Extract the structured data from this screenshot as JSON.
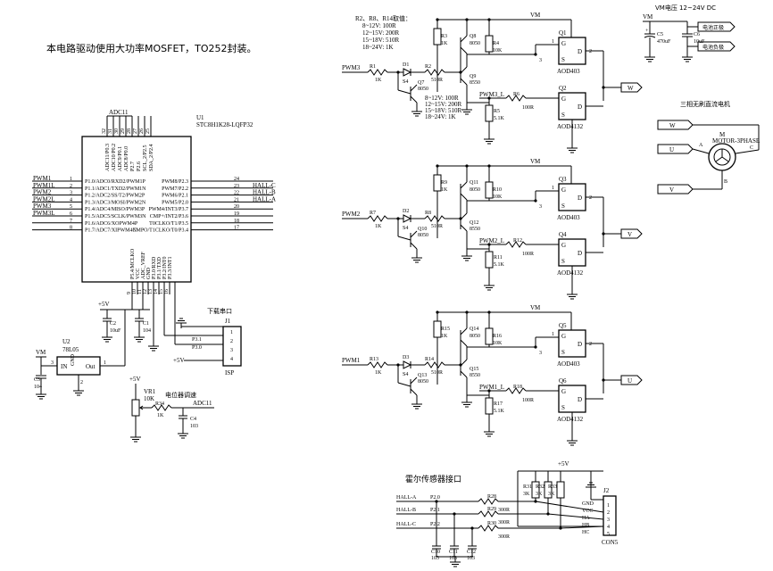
{
  "notes": {
    "mosfet": "本电路驱动使用大功率MOSFET，TO252封装。",
    "resistor_table": [
      "R2、R8、R14取值：",
      "8~12V: 100R",
      "12~15V: 200R",
      "15~18V: 510R",
      "18~24V: 1K"
    ],
    "resistor_table2": [
      "8~12V: 100R",
      "12~15V: 200R",
      "15~18V: 510R",
      "18~24V: 1K"
    ],
    "vm_supply": "VM电压 12~24V DC",
    "motor_title": "三相无刷直流电机",
    "uart_title": "下载串口",
    "pot_title": "电位器调速",
    "hall_title": "霍尔传感器接口"
  },
  "mcu": {
    "ref": "U1",
    "part": "STC8H1K28-LQFP32",
    "adc_net": "ADC11",
    "left_pins": [
      {
        "net": "PWM1",
        "num": "1",
        "name": "P1.0/ADC0/RXD2/PWM1P"
      },
      {
        "net": "PWM1L",
        "num": "2",
        "name": "P1.1/ADC1/TXD2/PWM1N"
      },
      {
        "net": "PWM2",
        "num": "3",
        "name": "P1.2/ADC2/SS/T2/PWM2P"
      },
      {
        "net": "PWM2L",
        "num": "4",
        "name": "P1.3/ADC3/MOSI/PWM2N"
      },
      {
        "net": "PWM3",
        "num": "5",
        "name": "P1.4/ADC4/MISO/PWM3P"
      },
      {
        "net": "PWM3L",
        "num": "6",
        "name": "P1.5/ADC5/SCLK/PWM3N"
      },
      {
        "net": "",
        "num": "7",
        "name": "P1.6/ADC6/XOPWM4P"
      },
      {
        "net": "",
        "num": "8",
        "name": "P1.7/ADC7/XIPWM4N"
      }
    ],
    "right_pins": [
      {
        "net": "",
        "num": "24",
        "name": "PWM8/P2.3"
      },
      {
        "net": "HALL-C",
        "num": "23",
        "name": "PWM7/P2.2"
      },
      {
        "net": "HALL-B",
        "num": "22",
        "name": "PWM6/P2.1"
      },
      {
        "net": "HALL-A",
        "num": "21",
        "name": "PWM5/P2.0"
      },
      {
        "net": "",
        "num": "20",
        "name": "PWM4/INT3/P3.7"
      },
      {
        "net": "",
        "num": "19",
        "name": "CMP+/INT2/P3.6"
      },
      {
        "net": "",
        "num": "18",
        "name": "T0CLKO/T1/P3.5"
      },
      {
        "net": "",
        "num": "17",
        "name": "CMPO/T1CLKO/T0/P3.4"
      }
    ],
    "top_pins": [
      "ADC11/P0.3",
      "ADC10/P0.2",
      "ADC9/P0.1",
      "ADC8/P0.0",
      "P2.7",
      "P2.6",
      "SCL_2/P2.5",
      "SDA_2/P2.4"
    ],
    "top_nums": [
      "32",
      "31",
      "30",
      "29",
      "28",
      "27",
      "26",
      "25"
    ],
    "bottom_pins": [
      "P5.4/MCLKO",
      "VCC",
      "ADC_VREF",
      "GND",
      "P3.0/RXD",
      "P3.1/TXD",
      "P3.2/INT0",
      "P3.3/INT1"
    ],
    "bottom_nums": [
      "9",
      "10",
      "11",
      "12",
      "13",
      "14",
      "15",
      "16"
    ]
  },
  "supply": {
    "vm": "VM",
    "p5v": "+5V",
    "u2": "U2",
    "u2_part": "78L05",
    "u2_in": "IN",
    "u2_out": "Out",
    "u2_gnd": "GND",
    "u2_pin_in": "3",
    "u2_pin_out": "1",
    "u2_pin_gnd": "2",
    "c3": "C3",
    "c3v": "104",
    "c2": "C2",
    "c2v": "10uF",
    "c1": "C1",
    "c1v": "104",
    "c5": "C5",
    "c5v": "470uF",
    "c6": "C6",
    "c6v": "10uF",
    "bat_pos": "电池正极",
    "bat_neg": "电池负极"
  },
  "uart": {
    "ref": "J1",
    "p1": "P3.1",
    "p2": "P3.0",
    "p5v": "+5V",
    "label": "ISP",
    "pins": [
      "1",
      "2",
      "3",
      "4"
    ]
  },
  "pot": {
    "ref": "VR1",
    "val": "10K",
    "r34": "R34",
    "r34v": "1K",
    "c4": "C4",
    "c4v": "103",
    "net": "ADC11",
    "p5v": "+5V"
  },
  "phases": [
    {
      "pwm": "PWM3",
      "pwml": "PWM3_L",
      "out": "W",
      "r_in": "R1",
      "r_in_v": "1K",
      "d": "D1",
      "d_v": "S4",
      "q_drv": "Q7",
      "q_drv_v": "8050",
      "r_b": "R2",
      "r_b_v": "510R",
      "r_up": "R3",
      "r_up_v": "1K",
      "q_hi": "Q8",
      "q_hi_v": "8050",
      "r_c": "R4",
      "r_c_v": "10K",
      "q_lo": "Q9",
      "q_lo_v": "8550",
      "r_g": "R6",
      "r_g_v": "100R",
      "r_pd": "R5",
      "r_pd_v": "5.1K",
      "qh": "Q1",
      "qh_v": "AOD403",
      "ql": "Q2",
      "ql_v": "AOD4132",
      "vm": "VM"
    },
    {
      "pwm": "PWM2",
      "pwml": "PWM2_L",
      "out": "V",
      "r_in": "R7",
      "r_in_v": "1K",
      "d": "D2",
      "d_v": "S4",
      "q_drv": "Q10",
      "q_drv_v": "8050",
      "r_b": "R8",
      "r_b_v": "510R",
      "r_up": "R9",
      "r_up_v": "1K",
      "q_hi": "Q11",
      "q_hi_v": "8050",
      "r_c": "R10",
      "r_c_v": "10K",
      "q_lo": "Q12",
      "q_lo_v": "8550",
      "r_g": "R12",
      "r_g_v": "100R",
      "r_pd": "R11",
      "r_pd_v": "5.1K",
      "qh": "Q3",
      "qh_v": "AOD403",
      "ql": "Q4",
      "ql_v": "AOD4132",
      "vm": "VM"
    },
    {
      "pwm": "PWM1",
      "pwml": "PWM1_L",
      "out": "U",
      "r_in": "R13",
      "r_in_v": "1K",
      "d": "D3",
      "d_v": "S4",
      "q_drv": "Q13",
      "q_drv_v": "8050",
      "r_b": "R14",
      "r_b_v": "510R",
      "r_up": "R15",
      "r_up_v": "1K",
      "q_hi": "Q14",
      "q_hi_v": "8050",
      "r_c": "R16",
      "r_c_v": "10K",
      "q_lo": "Q15",
      "q_lo_v": "8550",
      "r_g": "R18",
      "r_g_v": "100R",
      "r_pd": "R17",
      "r_pd_v": "5.1K",
      "qh": "Q5",
      "qh_v": "AOD403",
      "ql": "Q6",
      "ql_v": "AOD4132",
      "vm": "VM"
    }
  ],
  "motor": {
    "ref": "M",
    "part": "MOTOR-3PHASE",
    "a": "A",
    "b": "B",
    "c": "C",
    "W": "W",
    "U": "U",
    "V": "V"
  },
  "hall": {
    "nets": [
      "HALL-A",
      "HALL-B",
      "HALL-C"
    ],
    "ports": [
      "P2.0",
      "P2.1",
      "P2.2"
    ],
    "rs": [
      "R28",
      "R29",
      "R30"
    ],
    "rs_v": "300R",
    "pu": [
      "R31",
      "R32",
      "R33"
    ],
    "pu_v": "3K",
    "caps": [
      "C10",
      "C11",
      "C12"
    ],
    "cap_v": "103",
    "p5v": "+5V",
    "conn": "J2",
    "conn_part": "CON5",
    "conn_pins": [
      "GND",
      "VCC",
      "HA",
      "HB",
      "HC"
    ],
    "conn_nums": [
      "1",
      "2",
      "3",
      "4",
      "5"
    ]
  }
}
